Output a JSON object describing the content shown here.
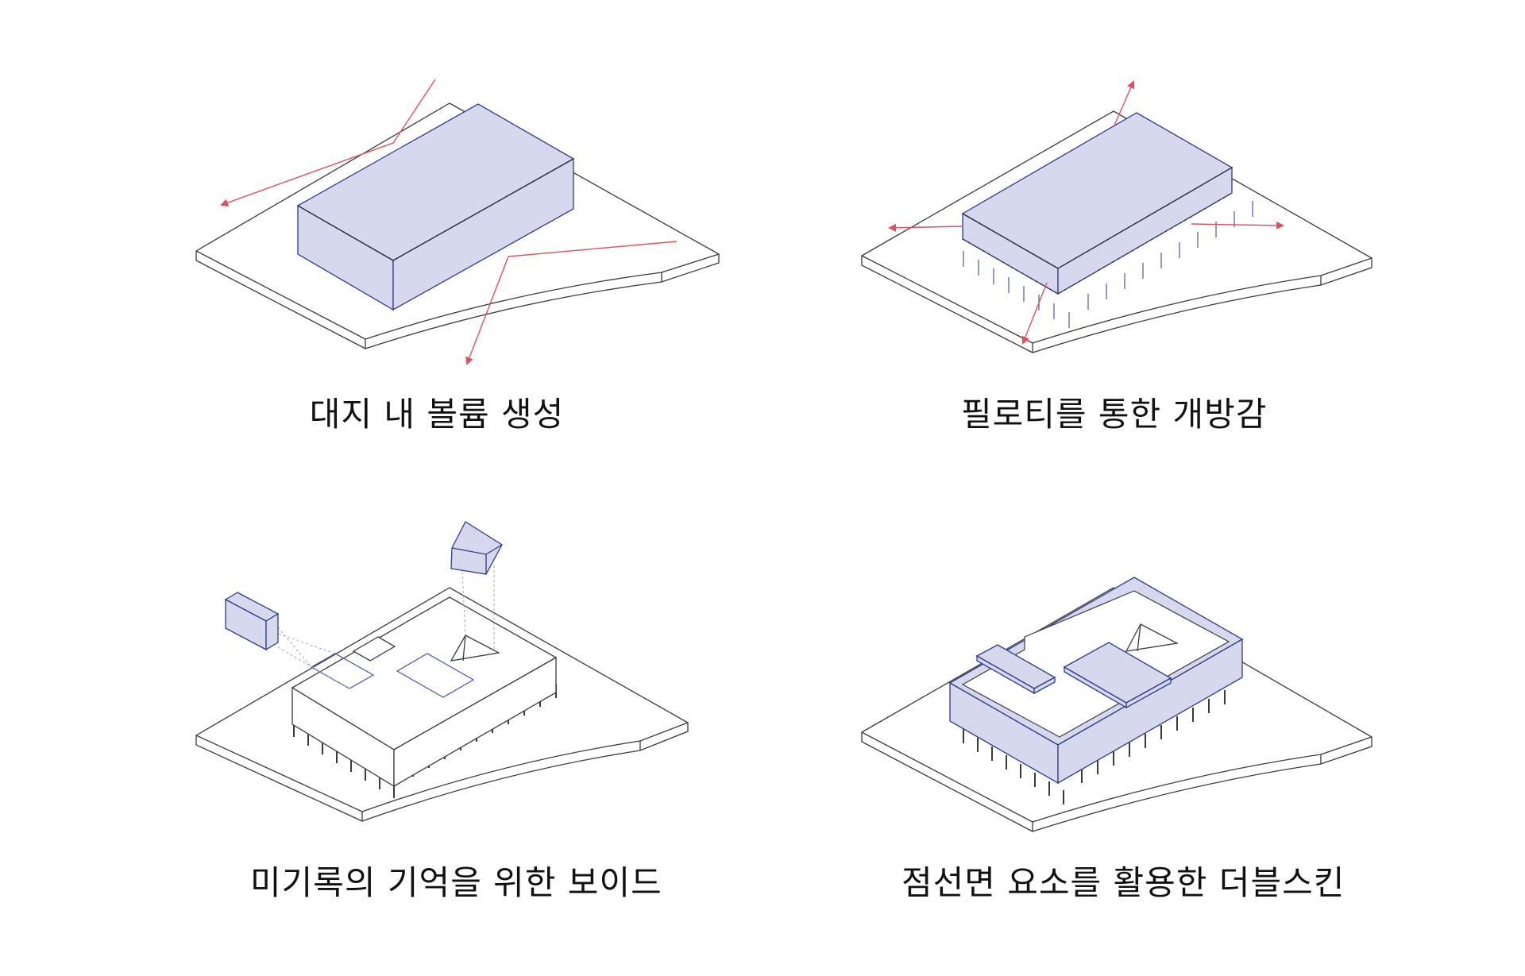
{
  "captions": {
    "panel1": "대지 내 볼륨 생성",
    "panel2": "필로티를 통한 개방감",
    "panel3": "미기록의 기억을 위한 보이드",
    "panel4": "점선면 요소를 활용한 더블스킨"
  },
  "colors": {
    "line": "#3a3a3a",
    "volume_fill": "#d6d9ee",
    "volume_edge": "#2e3a8c",
    "arrow": "#e0505a",
    "background": "#ffffff"
  }
}
